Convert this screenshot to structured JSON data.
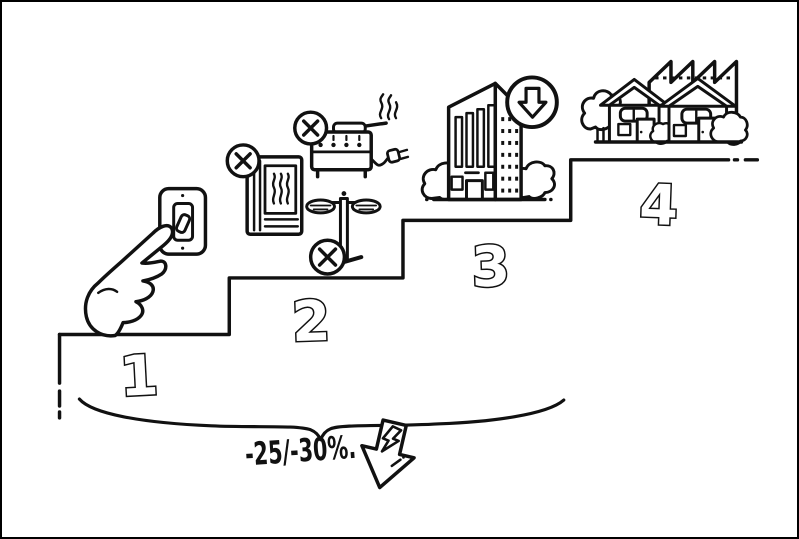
{
  "colors": {
    "background": "#ffffff",
    "ink": "#111111"
  },
  "steps": [
    {
      "label": "1",
      "icons": [
        "pointing-hand-icon",
        "light-switch-icon"
      ]
    },
    {
      "label": "2",
      "icons": [
        "radiator-icon",
        "x-circle-badge",
        "stove-icon",
        "x-circle-badge",
        "street-lamp-icon",
        "x-circle-badge"
      ]
    },
    {
      "label": "3",
      "icons": [
        "office-building-icon",
        "circled-down-arrow-badge"
      ]
    },
    {
      "label": "4",
      "icons": [
        "houses-icon",
        "factory-icon"
      ]
    }
  ],
  "savings": {
    "label": "-25/-30%.",
    "icon": "lightning-down-arrow-icon"
  }
}
